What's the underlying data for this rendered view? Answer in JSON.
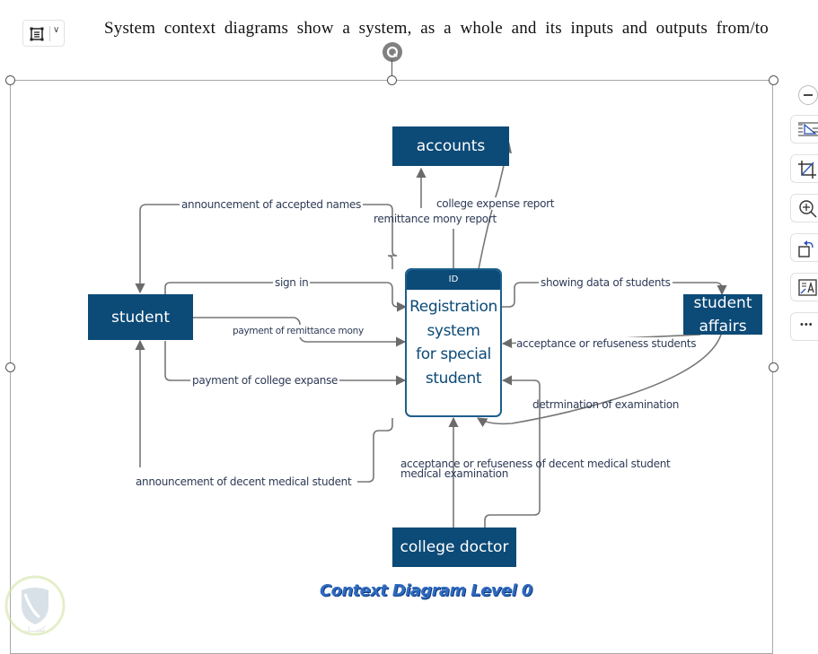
{
  "document": {
    "text_line": "System context diagrams show a system, as a whole and its inputs and outputs from/to"
  },
  "toolbar": {
    "layout_button": {
      "icon": "layout-options-icon",
      "dropdown_icon": "chevron-down-icon"
    }
  },
  "side_tools": [
    {
      "name": "collapse",
      "icon": "minus-circle-icon"
    },
    {
      "name": "wrap-text",
      "icon": "wrap-text-icon"
    },
    {
      "name": "crop",
      "icon": "crop-icon"
    },
    {
      "name": "zoom",
      "icon": "zoom-in-icon"
    },
    {
      "name": "rotate",
      "icon": "rotate-icon"
    },
    {
      "name": "alt-text",
      "icon": "alt-text-icon"
    },
    {
      "name": "more",
      "icon": "more-icon",
      "label": "•••"
    }
  ],
  "diagram": {
    "process": {
      "id": "ID",
      "name_lines": [
        "Registration",
        "system",
        "for special",
        "student"
      ]
    },
    "entities": {
      "accounts": "accounts",
      "student": "student",
      "student_affairs_1": "student",
      "student_affairs_2": "affairs",
      "college_doctor": "college doctor"
    },
    "flows": {
      "announcement_accepted": "announcement of accepted names",
      "remittance_report": "remittance mony report",
      "college_expense_report": "college expense report",
      "sign_in": "sign in",
      "payment_remittance": "payment of remittance mony",
      "payment_college": "payment of college expanse",
      "showing_data": "showing data of students",
      "acceptance_students": "acceptance or refuseness students",
      "determination": "detrmination of examination",
      "acceptance_medical": "acceptance or refuseness of  decent medical student",
      "medical_exam": "medical examination",
      "announcement_medical": "announcement of decent medical student"
    },
    "caption": "Context Diagram Level 0"
  },
  "watermark": {
    "text": "كفيـــل"
  },
  "colors": {
    "entity": "#0c4a77",
    "arrow": "#6b6b6b",
    "caption": "#2f6ac0"
  }
}
